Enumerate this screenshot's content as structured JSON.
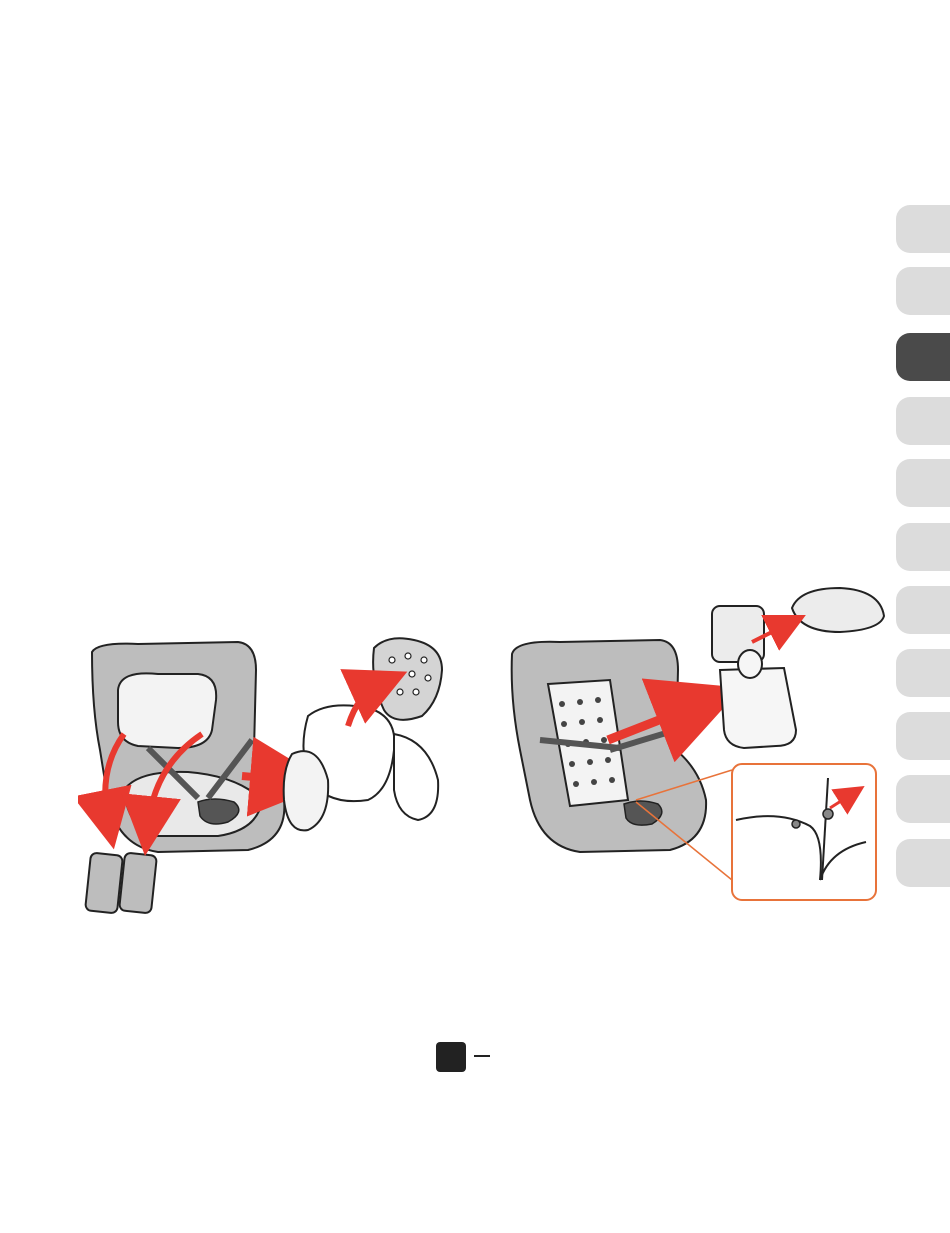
{
  "tabs": [
    {
      "state": "inactive"
    },
    {
      "state": "inactive"
    },
    {
      "state": "active"
    },
    {
      "state": "inactive"
    },
    {
      "state": "inactive"
    },
    {
      "state": "inactive"
    },
    {
      "state": "inactive"
    },
    {
      "state": "inactive"
    },
    {
      "state": "inactive"
    },
    {
      "state": "inactive"
    },
    {
      "state": "inactive"
    }
  ],
  "colors": {
    "tab_inactive": "#dcdcdc",
    "tab_active": "#4a4a4a",
    "arrow": "#e8392f",
    "seat_shell": "#bdbdbd",
    "seat_dark": "#6f6f6f",
    "callout_border": "#e8733a"
  },
  "figures": {
    "left": {
      "icon": "car-seat-cover-removal-illustration"
    },
    "right": {
      "icon": "car-seat-inner-cushion-removal-illustration"
    }
  }
}
